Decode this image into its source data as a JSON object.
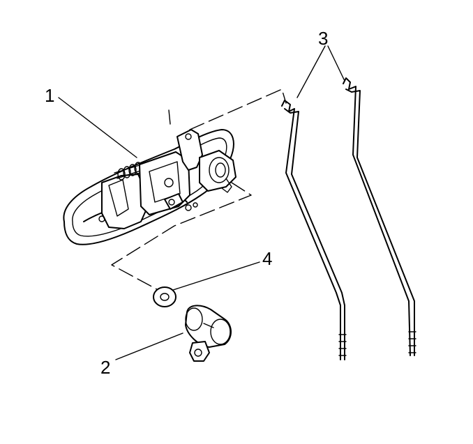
{
  "diagram": {
    "callouts": [
      {
        "id": "1",
        "label": "1"
      },
      {
        "id": "2",
        "label": "2"
      },
      {
        "id": "3",
        "label": "3"
      },
      {
        "id": "4",
        "label": "4"
      }
    ],
    "colors": {
      "stroke": "#000000",
      "background": "#ffffff"
    }
  }
}
